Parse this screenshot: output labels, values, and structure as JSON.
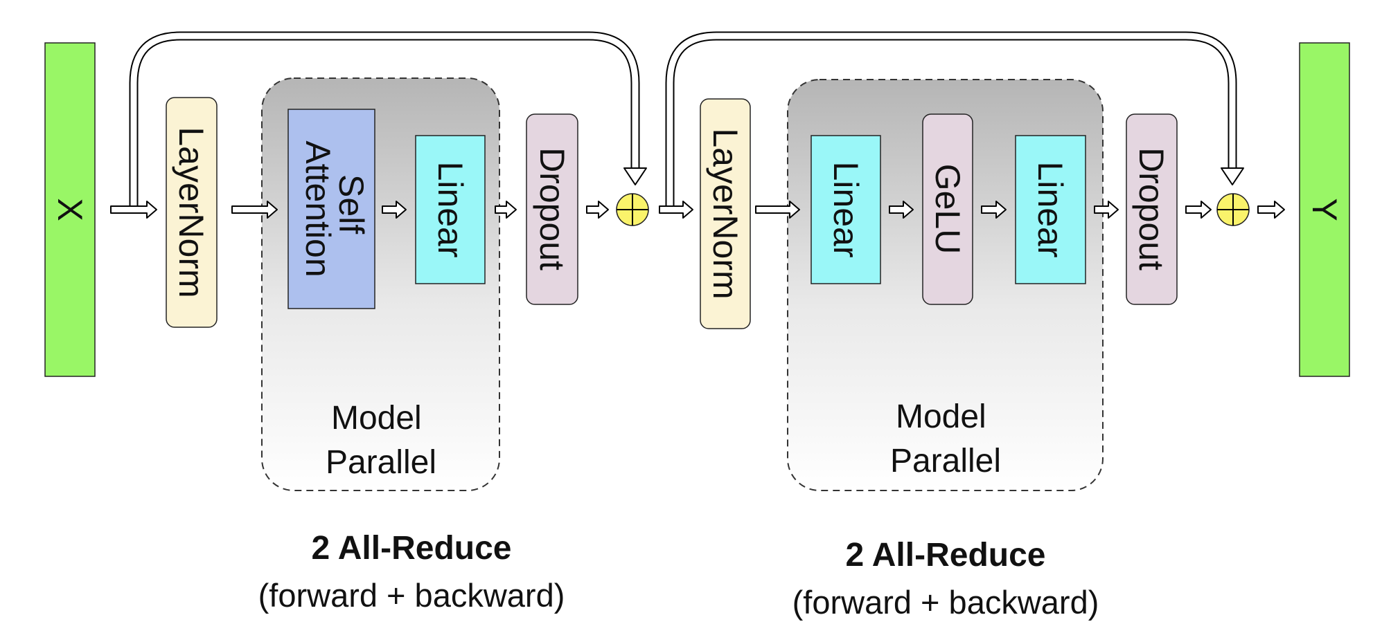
{
  "input_label": "X",
  "output_label": "Y",
  "attention_block": {
    "layernorm": "LayerNorm",
    "self_attention_line1": "Self",
    "self_attention_line2": "Attention",
    "linear": "Linear",
    "dropout": "Dropout",
    "model_parallel_line1": "Model",
    "model_parallel_line2": "Parallel",
    "allreduce_title": "2 All-Reduce",
    "allreduce_subtitle": "(forward + backward)"
  },
  "mlp_block": {
    "layernorm": "LayerNorm",
    "linear_1": "Linear",
    "gelu": "GeLU",
    "linear_2": "Linear",
    "dropout": "Dropout",
    "model_parallel_line1": "Model",
    "model_parallel_line2": "Parallel",
    "allreduce_title": "2 All-Reduce",
    "allreduce_subtitle": "(forward + backward)"
  },
  "colors": {
    "io": "#99F666",
    "layernorm": "#FBF3D4",
    "self_attention": "#ADC0EE",
    "linear": "#9AF7F8",
    "dropout_gelu": "#E4D6E0",
    "sum_node": "#FAF36B"
  }
}
